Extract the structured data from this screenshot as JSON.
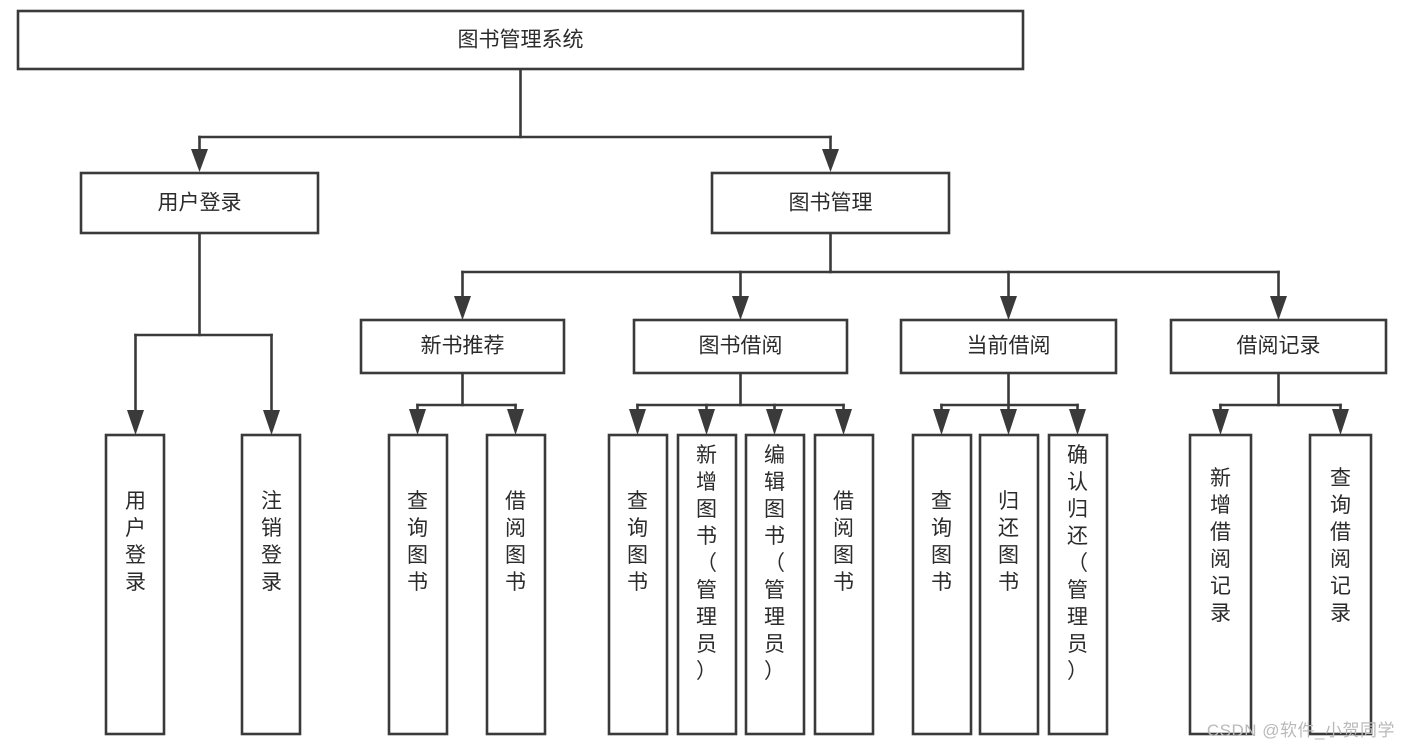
{
  "diagram": {
    "title": "图书管理系统",
    "watermark": "CSDN @软件_小贺同学",
    "colors": {
      "line": "#3a3a3a",
      "text": "#2b2b2b",
      "box_fill": "#ffffff",
      "background": "#ffffff",
      "watermark": "#b9b9b9"
    },
    "root": {
      "id": "root",
      "label": "图书管理系统",
      "orientation": "horizontal"
    },
    "level2": [
      {
        "id": "user-login",
        "label": "用户登录",
        "orientation": "horizontal"
      },
      {
        "id": "book-manage",
        "label": "图书管理",
        "orientation": "horizontal"
      }
    ],
    "level3": [
      {
        "id": "new-book-recommend",
        "label": "新书推荐",
        "orientation": "horizontal",
        "parent": "book-manage"
      },
      {
        "id": "book-borrow",
        "label": "图书借阅",
        "orientation": "horizontal",
        "parent": "book-manage"
      },
      {
        "id": "current-borrow",
        "label": "当前借阅",
        "orientation": "horizontal",
        "parent": "book-manage"
      },
      {
        "id": "borrow-record",
        "label": "借阅记录",
        "orientation": "horizontal",
        "parent": "book-manage"
      }
    ],
    "leaves": [
      {
        "id": "leaf-user-login",
        "label": "用户登录",
        "orientation": "vertical",
        "parent": "user-login"
      },
      {
        "id": "leaf-user-logout",
        "label": "注销登录",
        "orientation": "vertical",
        "parent": "user-login"
      },
      {
        "id": "leaf-query-book-1",
        "label": "查询图书",
        "orientation": "vertical",
        "parent": "new-book-recommend"
      },
      {
        "id": "leaf-borrow-book-1",
        "label": "借阅图书",
        "orientation": "vertical",
        "parent": "new-book-recommend"
      },
      {
        "id": "leaf-query-book-2",
        "label": "查询图书",
        "orientation": "vertical",
        "parent": "book-borrow"
      },
      {
        "id": "leaf-add-book",
        "label": "新增图书（管理员）",
        "orientation": "vertical",
        "parent": "book-borrow"
      },
      {
        "id": "leaf-edit-book",
        "label": "编辑图书（管理员）",
        "orientation": "vertical",
        "parent": "book-borrow"
      },
      {
        "id": "leaf-borrow-book-2",
        "label": "借阅图书",
        "orientation": "vertical",
        "parent": "book-borrow"
      },
      {
        "id": "leaf-query-book-3",
        "label": "查询图书",
        "orientation": "vertical",
        "parent": "current-borrow"
      },
      {
        "id": "leaf-return-book",
        "label": "归还图书",
        "orientation": "vertical",
        "parent": "current-borrow"
      },
      {
        "id": "leaf-confirm-return",
        "label": "确认归还（管理员）",
        "orientation": "vertical",
        "parent": "current-borrow"
      },
      {
        "id": "leaf-add-record",
        "label": "新增借阅记录",
        "orientation": "vertical",
        "parent": "borrow-record"
      },
      {
        "id": "leaf-query-record",
        "label": "查询借阅记录",
        "orientation": "vertical",
        "parent": "borrow-record"
      }
    ]
  },
  "chart_data": {
    "type": "diagram",
    "subtype": "tree-hierarchy",
    "title": "图书管理系统",
    "levels": 4,
    "node_count": 20,
    "hierarchy": {
      "label": "图书管理系统",
      "children": [
        {
          "label": "用户登录",
          "children": [
            {
              "label": "用户登录",
              "children": []
            },
            {
              "label": "注销登录",
              "children": []
            }
          ]
        },
        {
          "label": "图书管理",
          "children": [
            {
              "label": "新书推荐",
              "children": [
                {
                  "label": "查询图书",
                  "children": []
                },
                {
                  "label": "借阅图书",
                  "children": []
                }
              ]
            },
            {
              "label": "图书借阅",
              "children": [
                {
                  "label": "查询图书",
                  "children": []
                },
                {
                  "label": "新增图书（管理员）",
                  "children": []
                },
                {
                  "label": "编辑图书（管理员）",
                  "children": []
                },
                {
                  "label": "借阅图书",
                  "children": []
                }
              ]
            },
            {
              "label": "当前借阅",
              "children": [
                {
                  "label": "查询图书",
                  "children": []
                },
                {
                  "label": "归还图书",
                  "children": []
                },
                {
                  "label": "确认归还（管理员）",
                  "children": []
                }
              ]
            },
            {
              "label": "借阅记录",
              "children": [
                {
                  "label": "新增借阅记录",
                  "children": []
                },
                {
                  "label": "查询借阅记录",
                  "children": []
                }
              ]
            }
          ]
        }
      ]
    }
  }
}
